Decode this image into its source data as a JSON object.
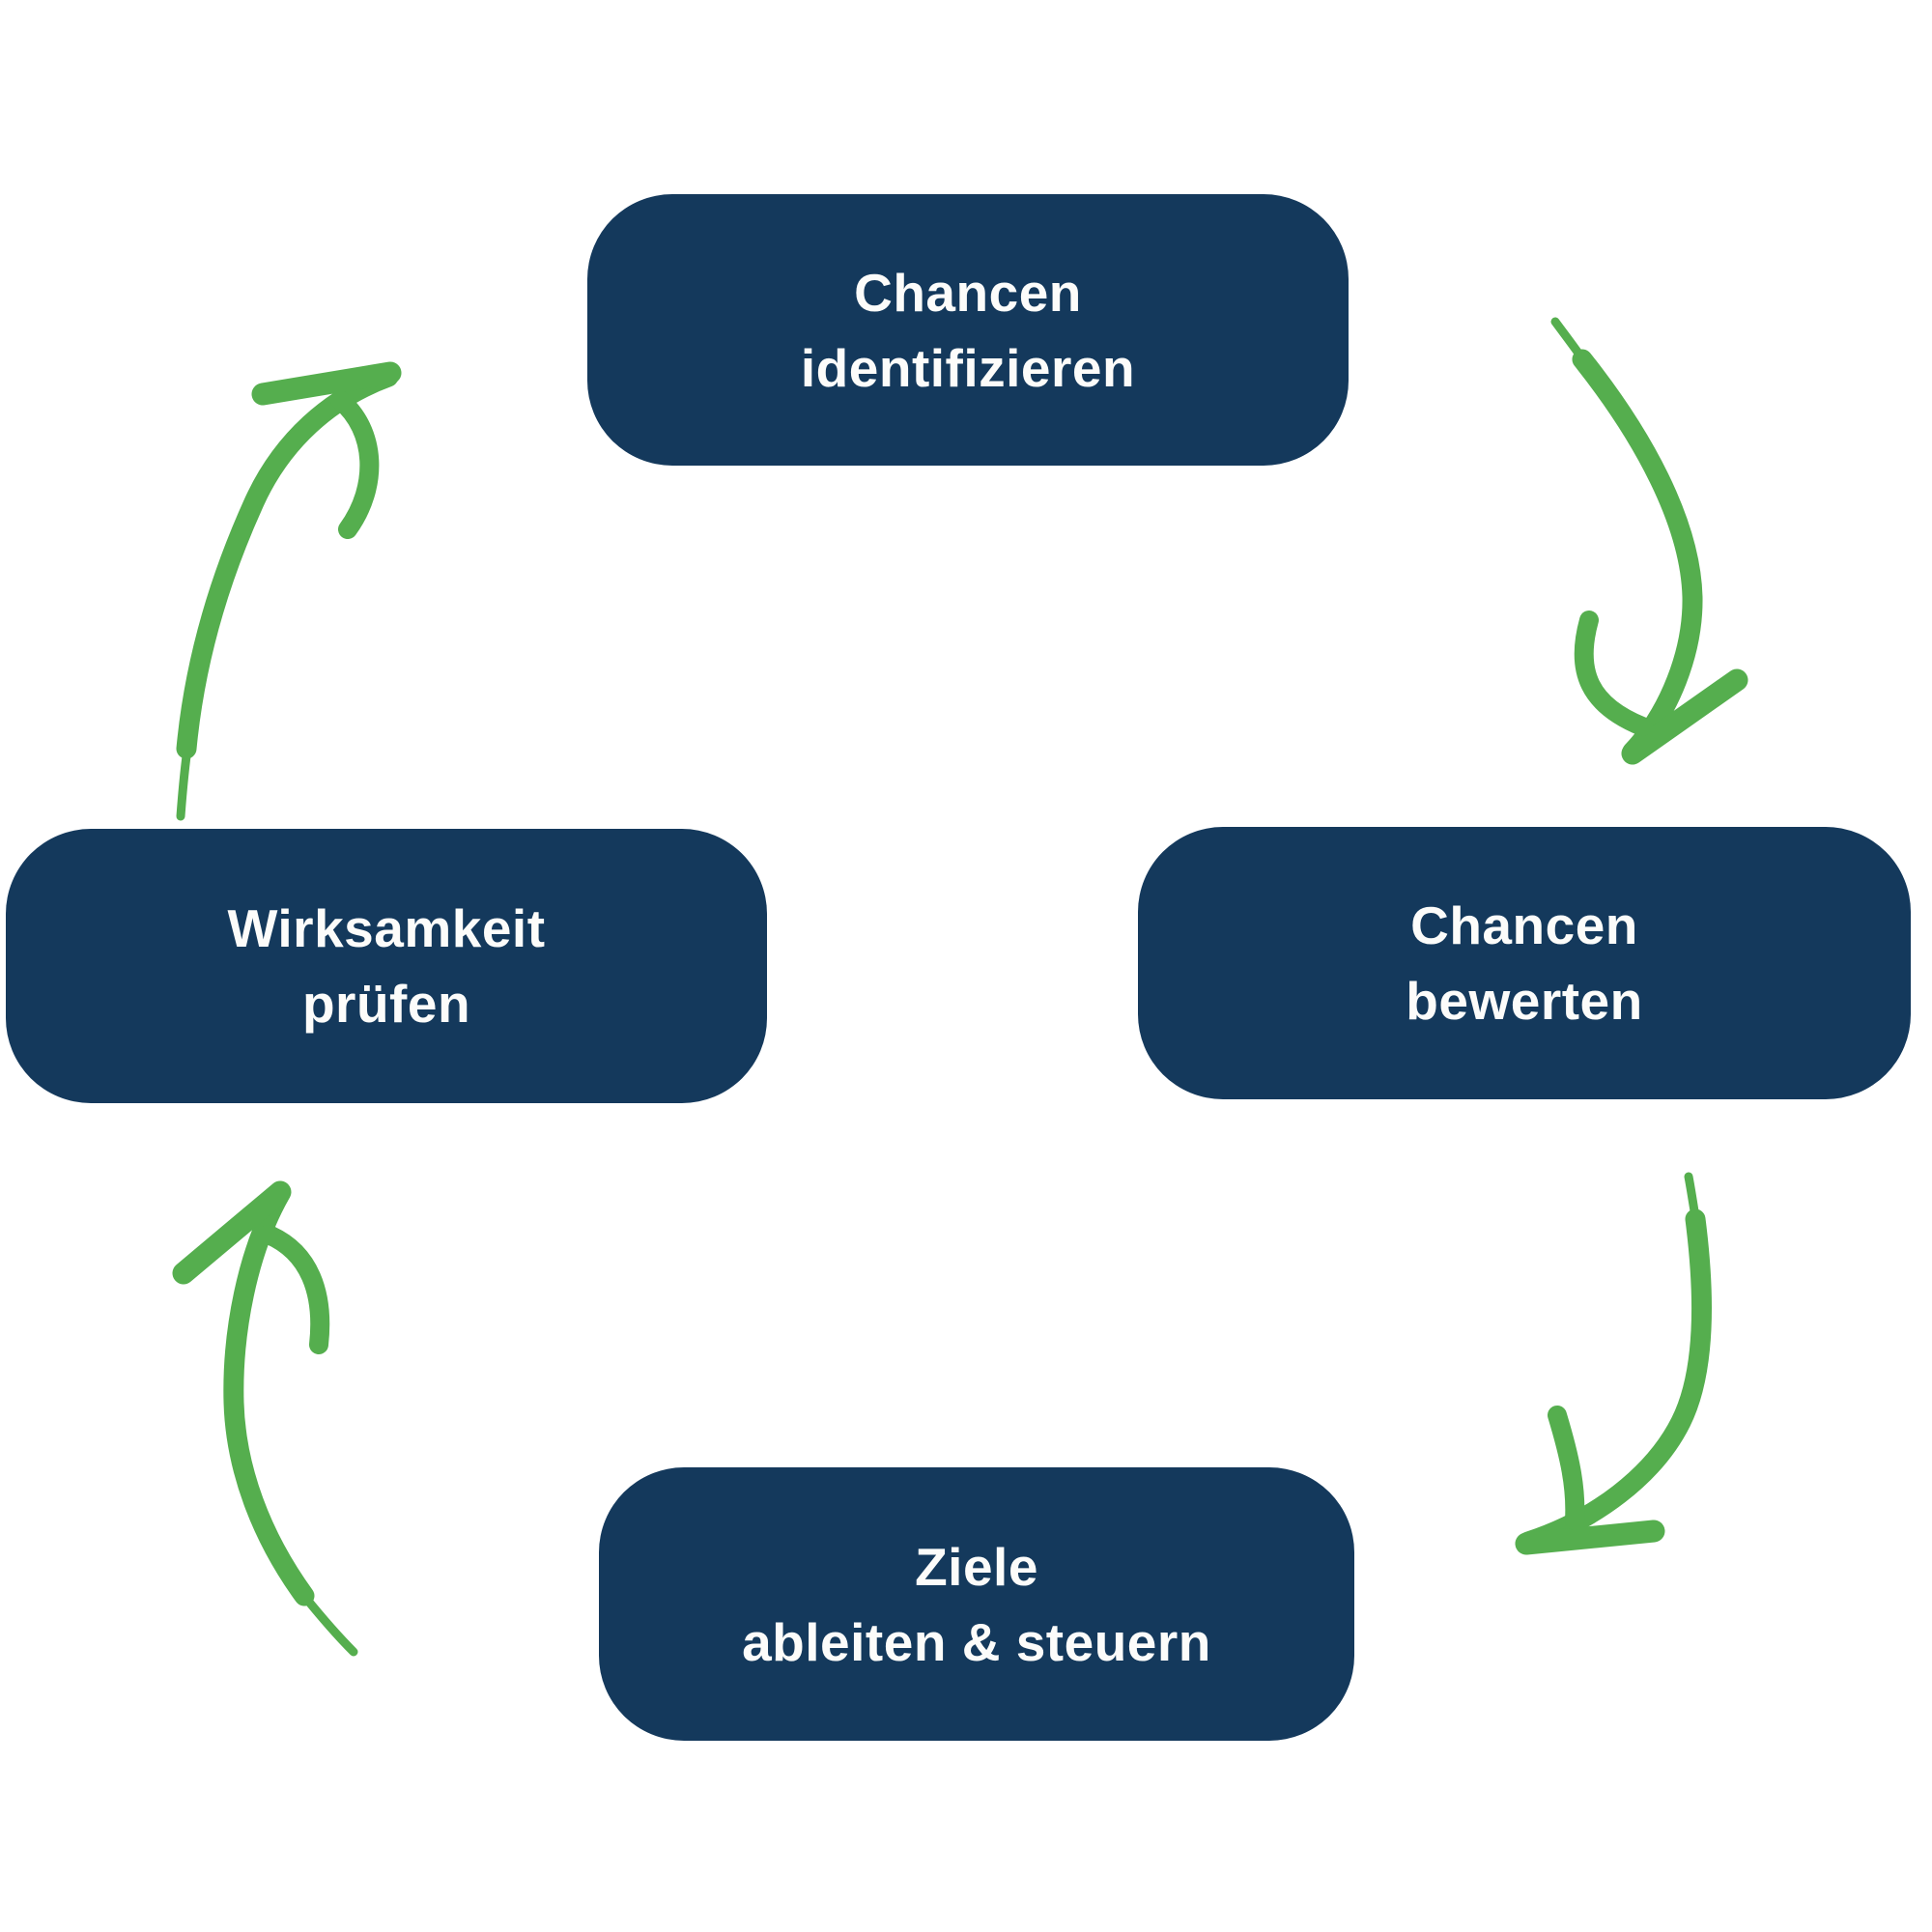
{
  "diagram_type": "cycle",
  "colors": {
    "background": "#ffffff",
    "node_bg": "#14395C",
    "node_text": "#FCFCFA",
    "arrow": "#55AE4E"
  },
  "nodes": {
    "top": {
      "line1": "Chancen",
      "line2": "identifizieren"
    },
    "right": {
      "line1": "Chancen",
      "line2": "bewerten"
    },
    "bottom": {
      "line1": "Ziele",
      "line2": "ableiten & steuern"
    },
    "left": {
      "line1": "Wirksamkeit",
      "line2": "prüfen"
    }
  },
  "flow": [
    {
      "from": "Chancen identifizieren",
      "to": "Chancen bewerten"
    },
    {
      "from": "Chancen bewerten",
      "to": "Ziele ableiten & steuern"
    },
    {
      "from": "Ziele ableiten & steuern",
      "to": "Wirksamkeit prüfen"
    },
    {
      "from": "Wirksamkeit prüfen",
      "to": "Chancen identifizieren"
    }
  ]
}
